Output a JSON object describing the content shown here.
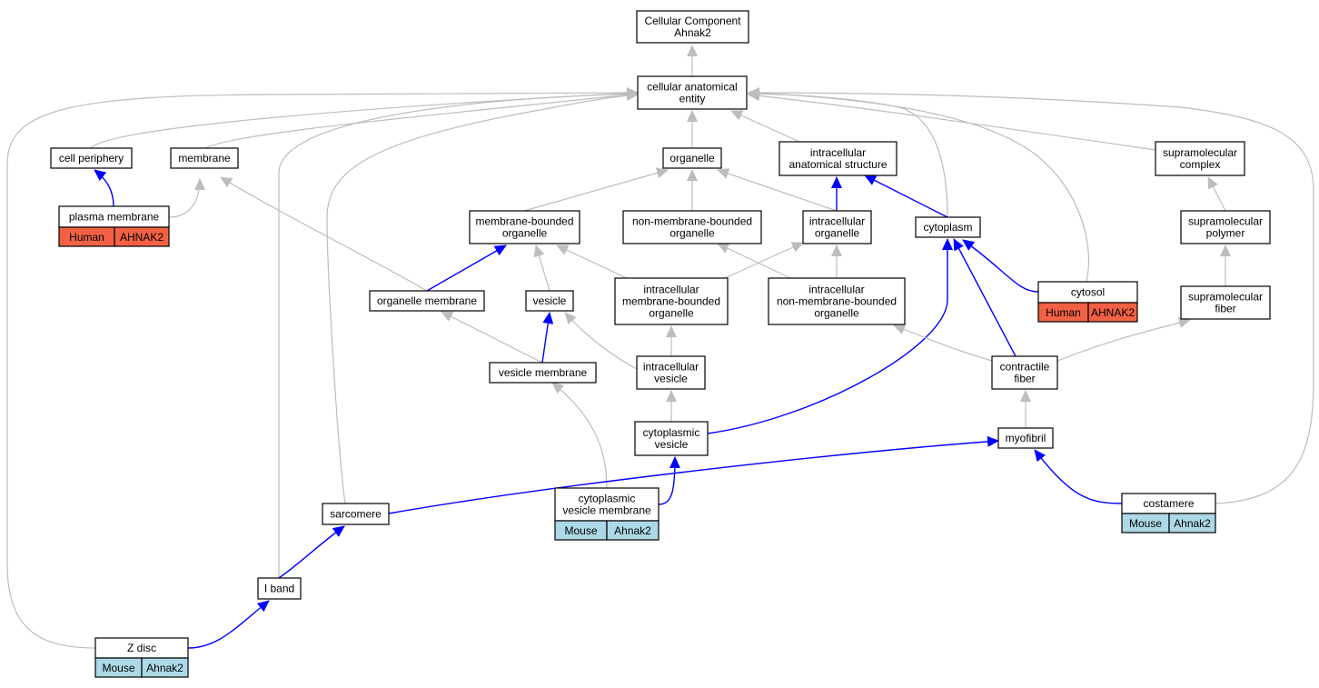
{
  "colors": {
    "is_a_edge": "#bdbdbd",
    "part_of_edge": "#0000ff",
    "human_annotation": "#f26144",
    "mouse_annotation": "#add8e6",
    "node_fill": "#ffffff",
    "node_border": "#000000"
  },
  "nodes": [
    {
      "id": "root",
      "lines": [
        "Cellular Component",
        "Ahnak2"
      ]
    },
    {
      "id": "cae",
      "lines": [
        "cellular anatomical",
        "entity"
      ]
    },
    {
      "id": "cellper",
      "lines": [
        "cell periphery"
      ]
    },
    {
      "id": "membrane",
      "lines": [
        "membrane"
      ]
    },
    {
      "id": "organelle",
      "lines": [
        "organelle"
      ]
    },
    {
      "id": "ias",
      "lines": [
        "intracellular",
        "anatomical structure"
      ]
    },
    {
      "id": "supcomplex",
      "lines": [
        "supramolecular",
        "complex"
      ]
    },
    {
      "id": "pm",
      "lines": [
        "plasma membrane"
      ],
      "annotation": {
        "species": "Human",
        "gene": "AHNAK2",
        "kind": "human"
      }
    },
    {
      "id": "mbo",
      "lines": [
        "membrane-bounded",
        "organelle"
      ]
    },
    {
      "id": "nmbo",
      "lines": [
        "non-membrane-bounded",
        "organelle"
      ]
    },
    {
      "id": "io",
      "lines": [
        "intracellular",
        "organelle"
      ]
    },
    {
      "id": "cytoplasm",
      "lines": [
        "cytoplasm"
      ]
    },
    {
      "id": "suppolymer",
      "lines": [
        "supramolecular",
        "polymer"
      ]
    },
    {
      "id": "om",
      "lines": [
        "organelle membrane"
      ]
    },
    {
      "id": "vesicle",
      "lines": [
        "vesicle"
      ]
    },
    {
      "id": "imbo",
      "lines": [
        "intracellular",
        "membrane-bounded",
        "organelle"
      ]
    },
    {
      "id": "inmbo",
      "lines": [
        "intracellular",
        "non-membrane-bounded",
        "organelle"
      ]
    },
    {
      "id": "cytosol",
      "lines": [
        "cytosol"
      ],
      "annotation": {
        "species": "Human",
        "gene": "AHNAK2",
        "kind": "human"
      }
    },
    {
      "id": "supfiber",
      "lines": [
        "supramolecular",
        "fiber"
      ]
    },
    {
      "id": "vm",
      "lines": [
        "vesicle membrane"
      ]
    },
    {
      "id": "iv",
      "lines": [
        "intracellular",
        "vesicle"
      ]
    },
    {
      "id": "cf",
      "lines": [
        "contractile",
        "fiber"
      ]
    },
    {
      "id": "cv",
      "lines": [
        "cytoplasmic",
        "vesicle"
      ]
    },
    {
      "id": "myofibril",
      "lines": [
        "myofibril"
      ]
    },
    {
      "id": "cvm",
      "lines": [
        "cytoplasmic",
        "vesicle membrane"
      ],
      "annotation": {
        "species": "Mouse",
        "gene": "Ahnak2",
        "kind": "mouse"
      }
    },
    {
      "id": "costamere",
      "lines": [
        "costamere"
      ],
      "annotation": {
        "species": "Mouse",
        "gene": "Ahnak2",
        "kind": "mouse"
      }
    },
    {
      "id": "sarcomere",
      "lines": [
        "sarcomere"
      ]
    },
    {
      "id": "iband",
      "lines": [
        "I band"
      ]
    },
    {
      "id": "zdisc",
      "lines": [
        "Z disc"
      ],
      "annotation": {
        "species": "Mouse",
        "gene": "Ahnak2",
        "kind": "mouse"
      }
    }
  ],
  "edges": [
    {
      "from": "cae",
      "to": "root",
      "relation": "is_a"
    },
    {
      "from": "cellper",
      "to": "cae",
      "relation": "is_a"
    },
    {
      "from": "membrane",
      "to": "cae",
      "relation": "is_a"
    },
    {
      "from": "organelle",
      "to": "cae",
      "relation": "is_a"
    },
    {
      "from": "ias",
      "to": "cae",
      "relation": "is_a"
    },
    {
      "from": "supcomplex",
      "to": "cae",
      "relation": "is_a"
    },
    {
      "from": "cytoplasm",
      "to": "cae",
      "relation": "is_a"
    },
    {
      "from": "cytosol",
      "to": "cae",
      "relation": "is_a"
    },
    {
      "from": "costamere",
      "to": "cae",
      "relation": "is_a"
    },
    {
      "from": "zdisc",
      "to": "cae",
      "relation": "is_a"
    },
    {
      "from": "iband",
      "to": "cae",
      "relation": "is_a"
    },
    {
      "from": "sarcomere",
      "to": "cae",
      "relation": "is_a"
    },
    {
      "from": "pm",
      "to": "cellper",
      "relation": "part_of"
    },
    {
      "from": "pm",
      "to": "membrane",
      "relation": "is_a"
    },
    {
      "from": "om",
      "to": "membrane",
      "relation": "is_a"
    },
    {
      "from": "mbo",
      "to": "organelle",
      "relation": "is_a"
    },
    {
      "from": "nmbo",
      "to": "organelle",
      "relation": "is_a"
    },
    {
      "from": "io",
      "to": "organelle",
      "relation": "is_a"
    },
    {
      "from": "io",
      "to": "ias",
      "relation": "part_of"
    },
    {
      "from": "cytoplasm",
      "to": "ias",
      "relation": "part_of"
    },
    {
      "from": "suppolymer",
      "to": "supcomplex",
      "relation": "is_a"
    },
    {
      "from": "om",
      "to": "mbo",
      "relation": "part_of"
    },
    {
      "from": "vesicle",
      "to": "mbo",
      "relation": "is_a"
    },
    {
      "from": "imbo",
      "to": "mbo",
      "relation": "is_a"
    },
    {
      "from": "imbo",
      "to": "io",
      "relation": "is_a"
    },
    {
      "from": "inmbo",
      "to": "nmbo",
      "relation": "is_a"
    },
    {
      "from": "inmbo",
      "to": "io",
      "relation": "is_a"
    },
    {
      "from": "cytosol",
      "to": "cytoplasm",
      "relation": "part_of"
    },
    {
      "from": "cf",
      "to": "cytoplasm",
      "relation": "part_of"
    },
    {
      "from": "cv",
      "to": "cytoplasm",
      "relation": "part_of"
    },
    {
      "from": "supfiber",
      "to": "suppolymer",
      "relation": "is_a"
    },
    {
      "from": "vm",
      "to": "om",
      "relation": "is_a"
    },
    {
      "from": "vm",
      "to": "vesicle",
      "relation": "part_of"
    },
    {
      "from": "iv",
      "to": "vesicle",
      "relation": "is_a"
    },
    {
      "from": "iv",
      "to": "imbo",
      "relation": "is_a"
    },
    {
      "from": "cf",
      "to": "inmbo",
      "relation": "is_a"
    },
    {
      "from": "cf",
      "to": "supfiber",
      "relation": "is_a"
    },
    {
      "from": "cv",
      "to": "iv",
      "relation": "is_a"
    },
    {
      "from": "myofibril",
      "to": "cf",
      "relation": "is_a"
    },
    {
      "from": "cvm",
      "to": "vm",
      "relation": "is_a"
    },
    {
      "from": "cvm",
      "to": "cv",
      "relation": "part_of"
    },
    {
      "from": "sarcomere",
      "to": "myofibril",
      "relation": "part_of"
    },
    {
      "from": "costamere",
      "to": "myofibril",
      "relation": "part_of"
    },
    {
      "from": "iband",
      "to": "sarcomere",
      "relation": "part_of"
    },
    {
      "from": "zdisc",
      "to": "iband",
      "relation": "part_of"
    }
  ]
}
